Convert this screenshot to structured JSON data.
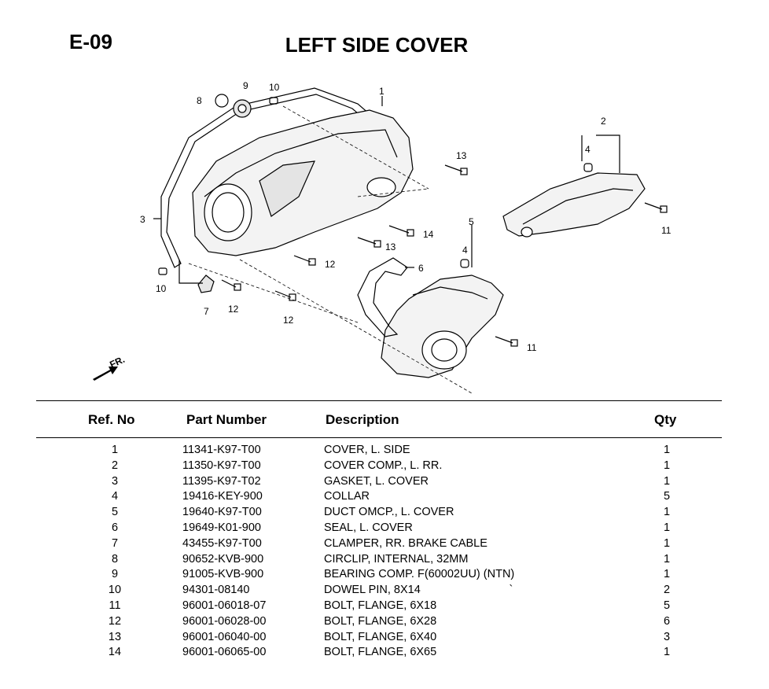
{
  "page": {
    "code": "E-09",
    "title": "LEFT SIDE COVER"
  },
  "diagram": {
    "callouts": [
      "1",
      "2",
      "3",
      "4",
      "4",
      "5",
      "6",
      "7",
      "8",
      "9",
      "10",
      "10",
      "11",
      "11",
      "12",
      "12",
      "12",
      "13",
      "13",
      "14"
    ],
    "front_marker": "FR."
  },
  "table": {
    "headers": {
      "ref": "Ref. No",
      "part": "Part Number",
      "desc": "Description",
      "qty": "Qty"
    },
    "rows": [
      {
        "ref": "1",
        "part": "11341-K97-T00",
        "desc": "COVER, L. SIDE",
        "qty": "1"
      },
      {
        "ref": "2",
        "part": "11350-K97-T00",
        "desc": "COVER COMP., L. RR.",
        "qty": "1"
      },
      {
        "ref": "3",
        "part": "11395-K97-T02",
        "desc": "GASKET, L. COVER",
        "qty": "1"
      },
      {
        "ref": "4",
        "part": "19416-KEY-900",
        "desc": "COLLAR",
        "qty": "5"
      },
      {
        "ref": "5",
        "part": "19640-K97-T00",
        "desc": "DUCT OMCP., L. COVER",
        "qty": "1"
      },
      {
        "ref": "6",
        "part": "19649-K01-900",
        "desc": "SEAL, L. COVER",
        "qty": "1"
      },
      {
        "ref": "7",
        "part": "43455-K97-T00",
        "desc": "CLAMPER, RR. BRAKE CABLE",
        "qty": "1"
      },
      {
        "ref": "8",
        "part": "90652-KVB-900",
        "desc": "CIRCLIP, INTERNAL, 32MM",
        "qty": "1"
      },
      {
        "ref": "9",
        "part": "91005-KVB-900",
        "desc": "BEARING COMP. F(60002UU) (NTN)",
        "qty": "1"
      },
      {
        "ref": "10",
        "part": "94301-08140",
        "desc": "DOWEL PIN, 8X14                            `",
        "qty": "2"
      },
      {
        "ref": "11",
        "part": "96001-06018-07",
        "desc": "BOLT, FLANGE, 6X18",
        "qty": "5"
      },
      {
        "ref": "12",
        "part": "96001-06028-00",
        "desc": "BOLT, FLANGE, 6X28",
        "qty": "6"
      },
      {
        "ref": "13",
        "part": "96001-06040-00",
        "desc": "BOLT, FLANGE, 6X40",
        "qty": "3"
      },
      {
        "ref": "14",
        "part": "96001-06065-00",
        "desc": "BOLT, FLANGE, 6X65",
        "qty": "1"
      }
    ]
  }
}
